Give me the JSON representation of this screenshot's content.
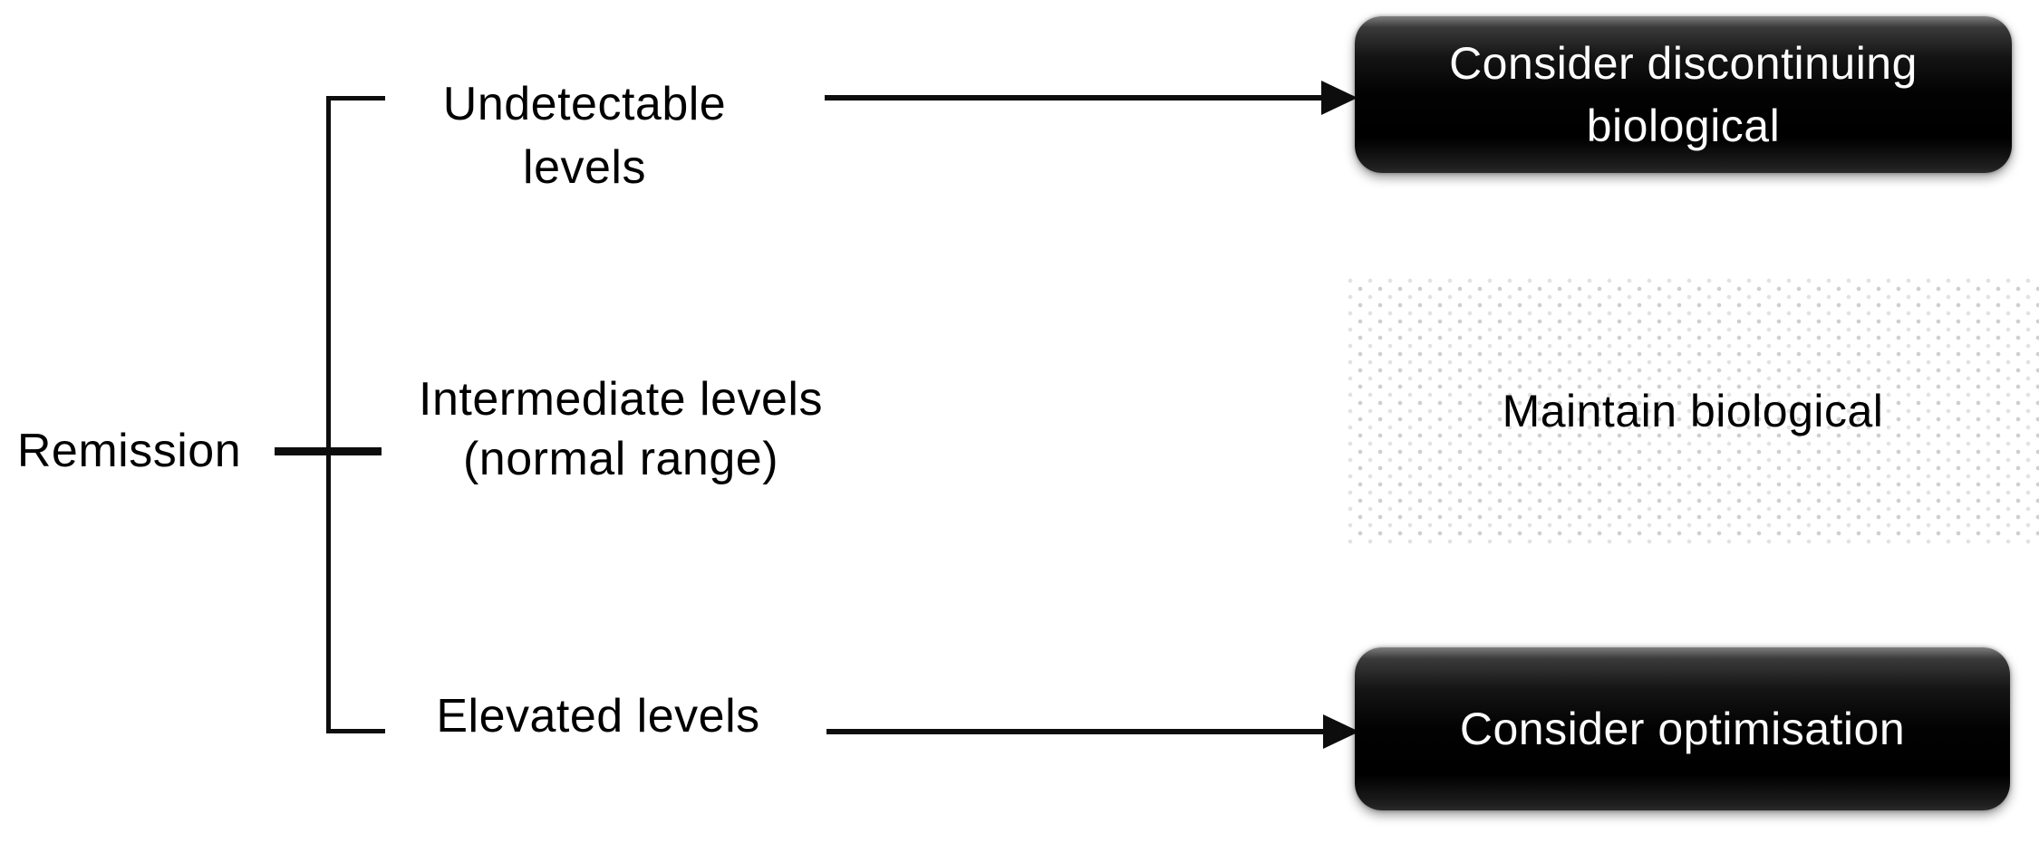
{
  "figure": {
    "root": {
      "label": "Remission"
    },
    "branches": [
      {
        "name": "undetectable",
        "line1": "Undetectable",
        "line2": "levels"
      },
      {
        "name": "intermediate",
        "line1": "Intermediate levels",
        "line2": "(normal range)"
      },
      {
        "name": "elevated",
        "line1": "Elevated levels"
      }
    ],
    "outcomes": [
      {
        "name": "discontinue",
        "line1": "Consider discontinuing",
        "line2": "biological",
        "variant": "solid-black-box"
      },
      {
        "name": "maintain",
        "line1": "Maintain biological",
        "variant": "dotted-region"
      },
      {
        "name": "optimise",
        "line1": "Consider optimisation",
        "variant": "solid-black-box"
      }
    ],
    "colors": {
      "background": "#ffffff",
      "line": "#0d0d0d",
      "label_text": "#000000",
      "box_background": "#000000",
      "box_text": "#fcfcfc",
      "dot_pattern": "#d5d5d5"
    }
  }
}
